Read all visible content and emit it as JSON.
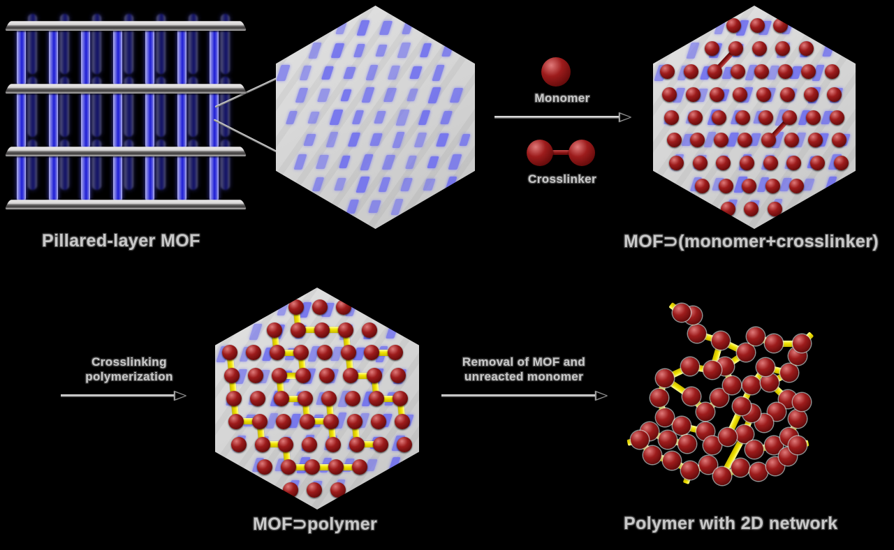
{
  "figure": {
    "background": "#000000",
    "title_color": "#c9c9c9"
  },
  "palette": {
    "mof_layer_grey": "#d6d6d6",
    "pillar_blue": "#6e6ef0",
    "monomer_red": "#9d1c1c",
    "crosslink_bond_red": "#8b1414",
    "polymer_bond_yellow": "#f2e400",
    "arrow_grey": "#9a9a9a",
    "label_grey": "#c9c9c9"
  },
  "panels": {
    "pillared_mof": {
      "caption": "Pillared-layer MOF",
      "icon": "pillared-layer-mof-3d",
      "layers": 4,
      "pillar_rows": 3,
      "pillars_per_row": 7
    },
    "mof_hexagon": {
      "caption": "",
      "icon": "mof-hexagon-crystal",
      "pillar_sites": 37
    },
    "mof_loaded": {
      "caption": "MOF⊃(monomer+crosslinker)",
      "icon": "mof-loaded-hexagon",
      "monomer_count": 57,
      "crosslinker_count": 3
    },
    "mof_polymer": {
      "caption": "MOF⊃polymer",
      "icon": "mof-polymer-hexagon",
      "monomer_count": 57,
      "polymer_bond_count": 34
    },
    "free_polymer": {
      "caption": "Polymer with 2D network",
      "icon": "polymer-2d-network",
      "node_count": 52,
      "bond_count": 56
    }
  },
  "legend": {
    "monomer": {
      "label": "Monomer",
      "icon": "monomer-sphere"
    },
    "crosslinker": {
      "label": "Crosslinker",
      "icon": "crosslinker-dumbbell"
    }
  },
  "arrows": {
    "step1": {
      "label": "",
      "icon": "arrow-right-icon"
    },
    "step2": {
      "line1": "Crosslinking",
      "line2": "polymerization",
      "icon": "arrow-right-icon"
    },
    "step3": {
      "line1": "Removal of MOF and",
      "line2": "unreacted monomer",
      "icon": "arrow-right-icon"
    }
  }
}
